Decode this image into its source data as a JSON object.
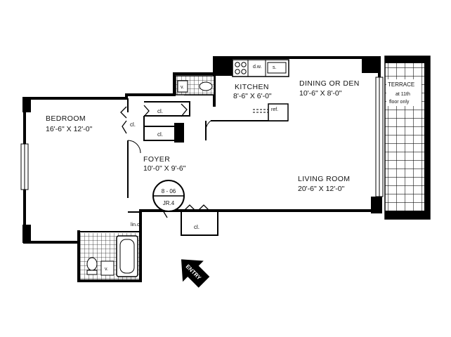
{
  "rooms": {
    "bedroom": {
      "name": "BEDROOM",
      "dims": "16'-6\" X 12'-0\""
    },
    "kitchen": {
      "name": "KITCHEN",
      "dims": "8'-6\" X 6'-0\""
    },
    "dining": {
      "name": "DINING OR DEN",
      "dims": "10'-6\" X 8'-0\""
    },
    "foyer": {
      "name": "FOYER",
      "dims": "10'-0\" X 9'-6\""
    },
    "living": {
      "name": "LIVING ROOM",
      "dims": "20'-6\" X 12'-0\""
    },
    "terrace": {
      "name": "TERRACE",
      "note_line1": "at 11th",
      "note_line2": "floor only"
    }
  },
  "closets": {
    "bedroom_left": "cl.",
    "bedroom_upper": "cl.",
    "foyer_small": "cl.",
    "linen": "lin.cl.",
    "entry": "cl."
  },
  "fixtures": {
    "vanity": "v.",
    "bath_vanity": "v.",
    "dishwasher": "d.w.",
    "sink": "s.",
    "refrigerator": "ref."
  },
  "unit_badge": {
    "line1": "8 - 06",
    "line2": "JR.4"
  },
  "entry_label": "ENTRY"
}
